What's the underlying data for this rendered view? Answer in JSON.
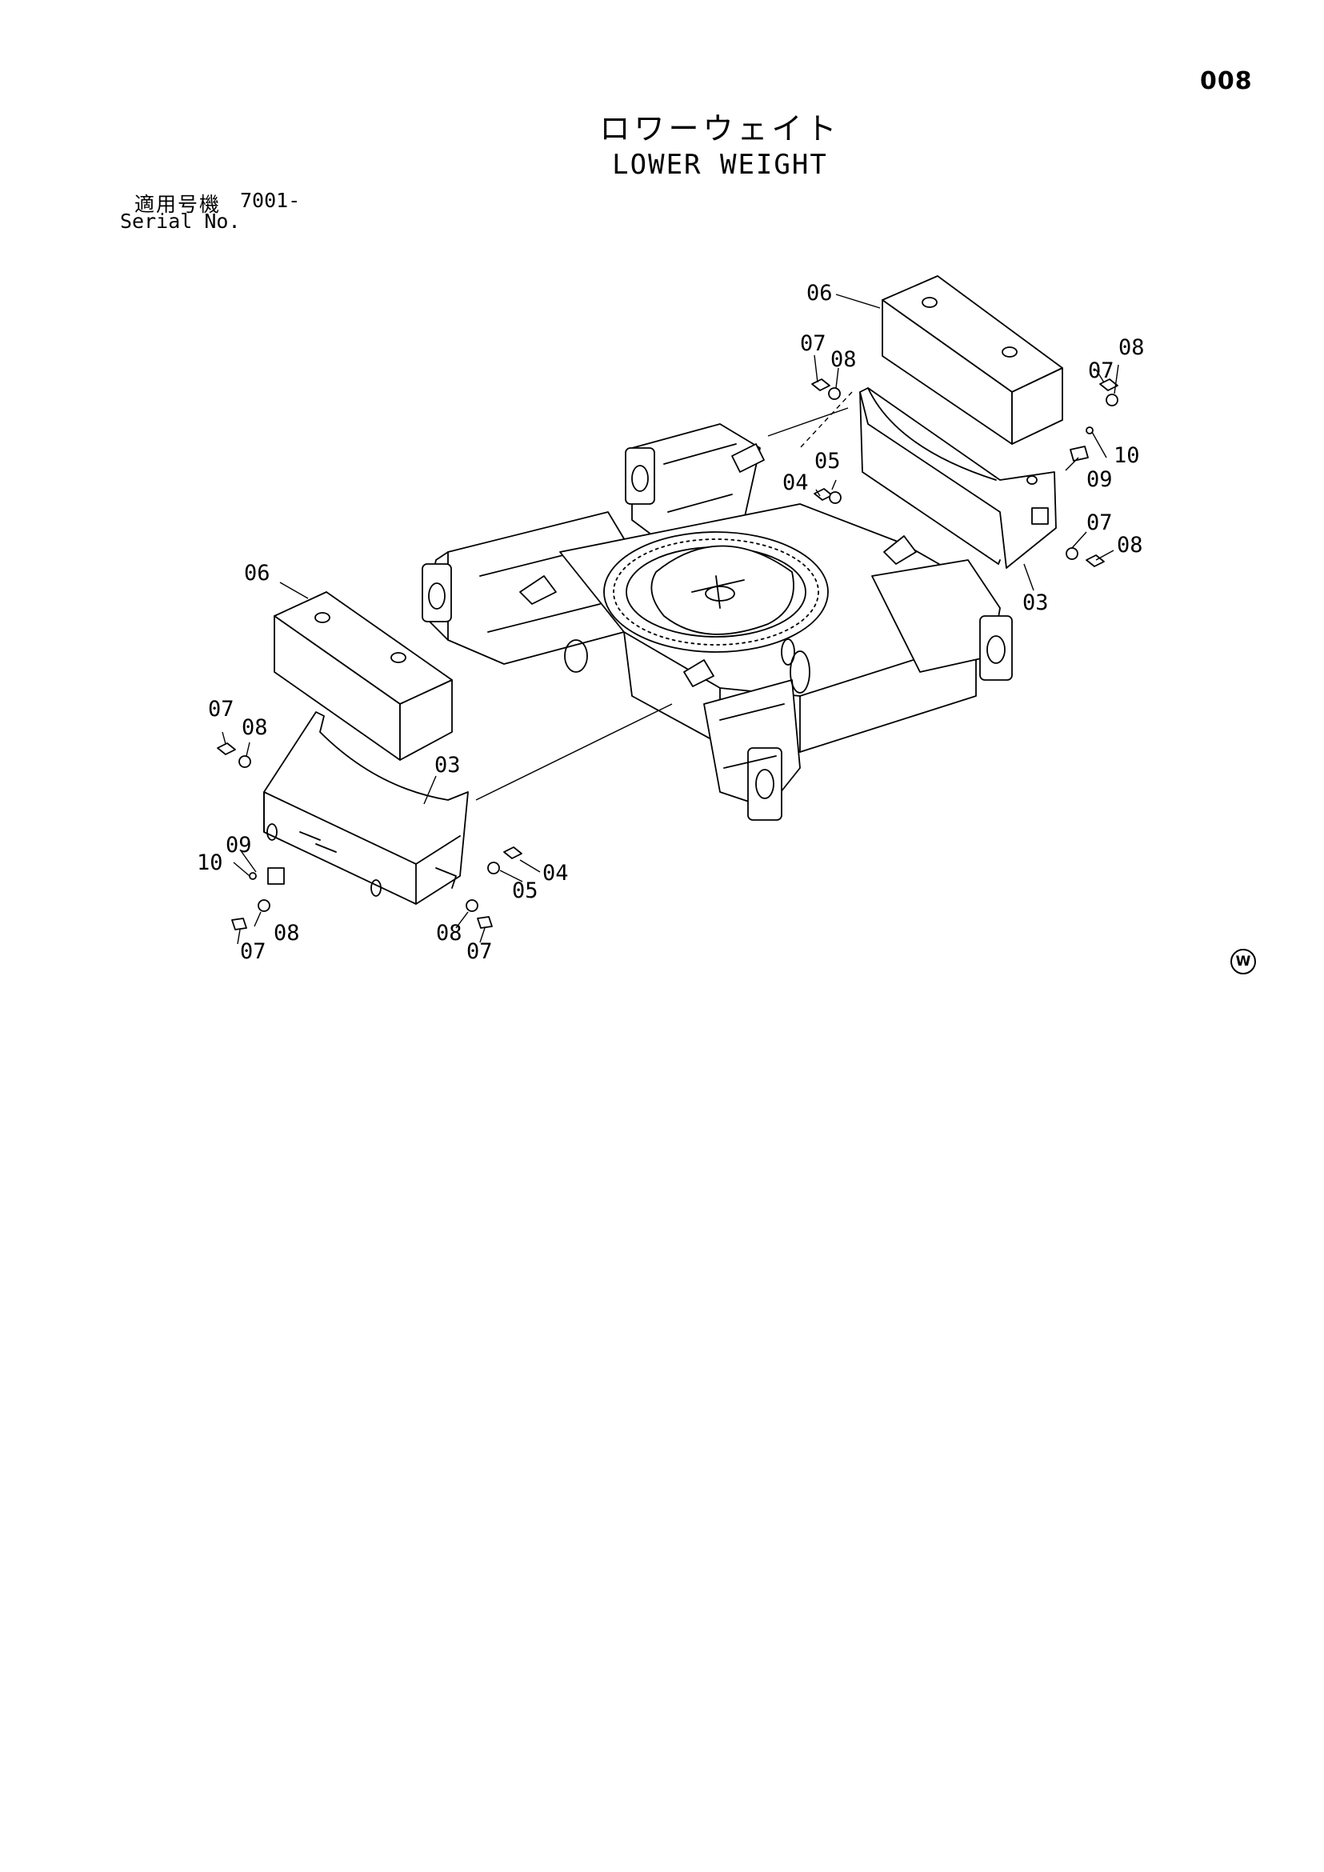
{
  "header": {
    "page_number": "008",
    "title_jp": "ロワーウェイト",
    "title_en": "LOWER WEIGHT"
  },
  "serial": {
    "label_jp": "適用号機",
    "value": "7001-",
    "label_en": "Serial No."
  },
  "watermark": "W",
  "callouts": {
    "c03_right": "03",
    "c03_left": "03",
    "c04_right": "04",
    "c04_left": "04",
    "c05_right": "05",
    "c05_left": "05",
    "c06_right": "06",
    "c06_left": "06",
    "c07_r1": "07",
    "c07_r2": "07",
    "c07_r3": "07",
    "c07_l1": "07",
    "c07_l2": "07",
    "c07_l3": "07",
    "c08_r1": "08",
    "c08_r2": "08",
    "c08_r3": "08",
    "c08_l1": "08",
    "c08_l2": "08",
    "c08_l3": "08",
    "c09_right": "09",
    "c09_left": "09",
    "c10_right": "10",
    "c10_left": "10"
  }
}
